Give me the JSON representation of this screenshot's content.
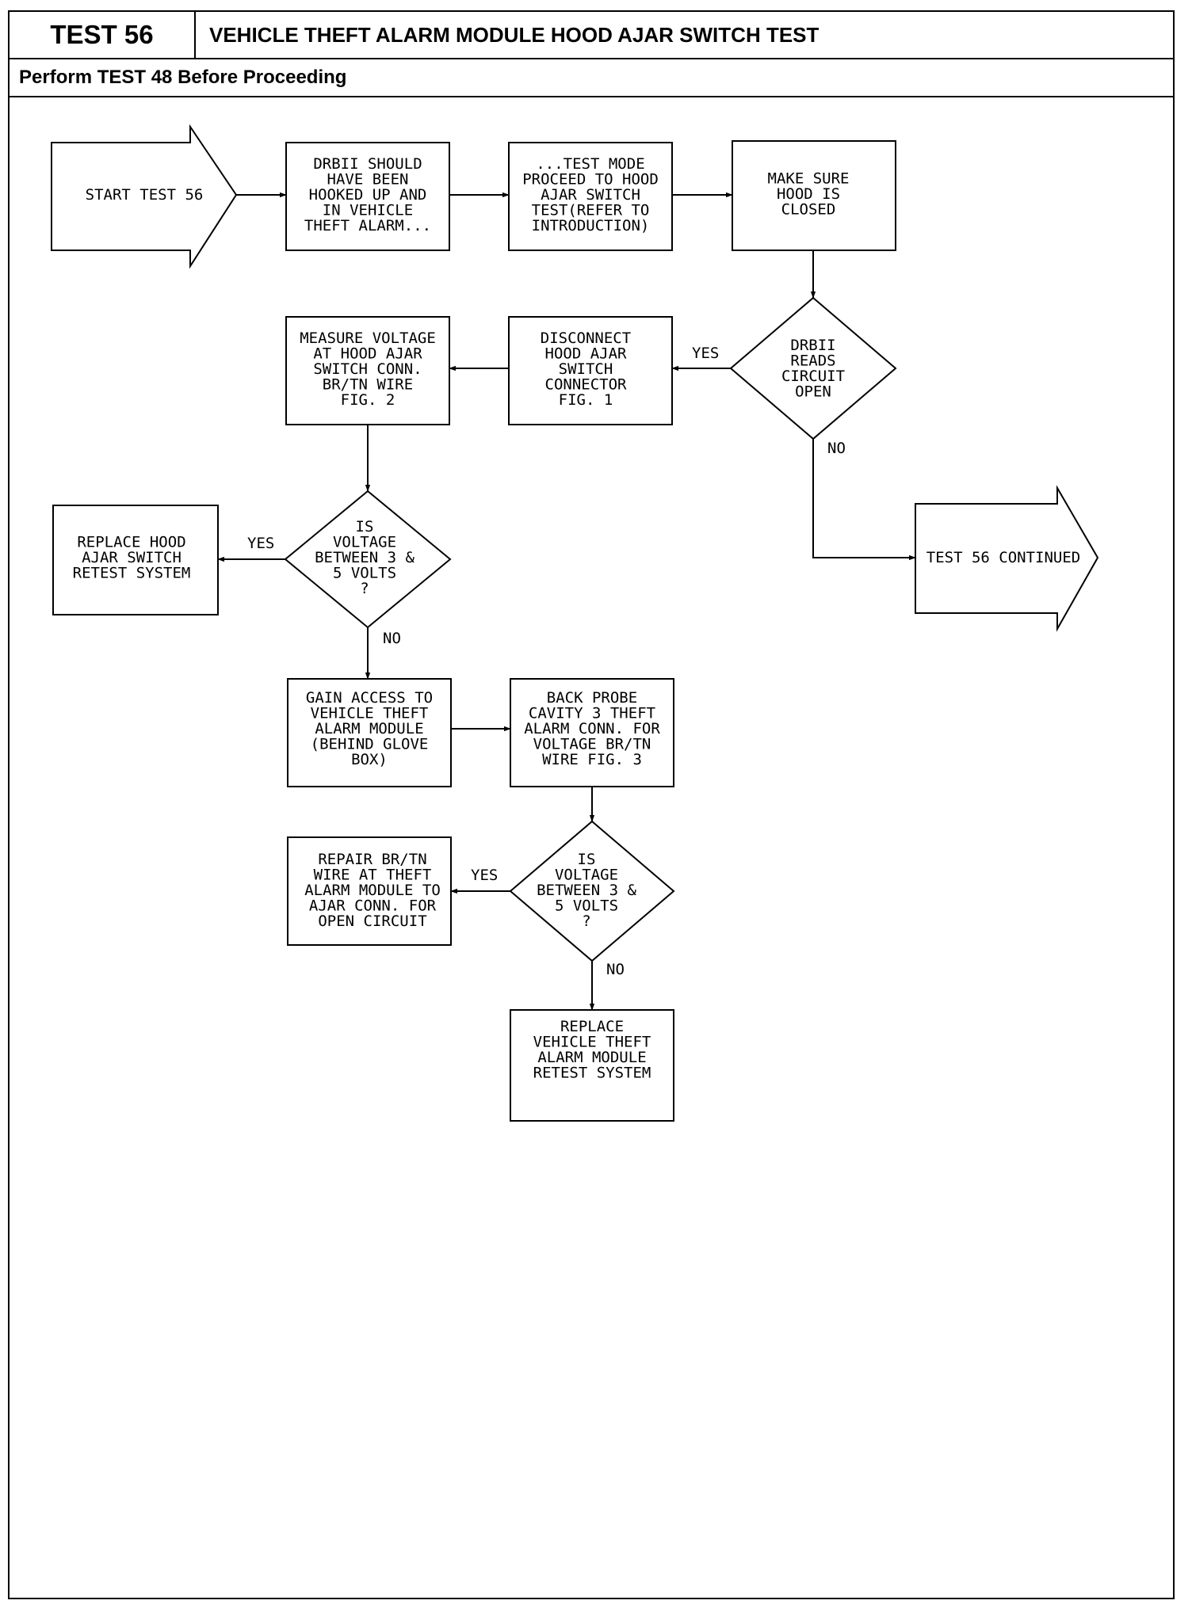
{
  "header": {
    "test_number": "TEST 56",
    "title": "VEHICLE THEFT ALARM MODULE HOOD AJAR SWITCH TEST",
    "prerequisite": "Perform TEST 48 Before Proceeding"
  },
  "flowchart": {
    "start": [
      "START TEST 56"
    ],
    "drbii_hooked": [
      "DRBII SHOULD",
      "HAVE BEEN",
      "HOOKED UP AND",
      "IN VEHICLE",
      "THEFT ALARM..."
    ],
    "test_mode": [
      "...TEST MODE",
      "PROCEED TO HOOD",
      "AJAR SWITCH",
      "TEST(REFER TO",
      "INTRODUCTION)"
    ],
    "hood_closed": [
      "MAKE SURE",
      "HOOD IS",
      "CLOSED"
    ],
    "drbii_reads": [
      "DRBII",
      "READS",
      "CIRCUIT",
      "OPEN"
    ],
    "disconnect": [
      "DISCONNECT",
      "HOOD AJAR",
      "SWITCH",
      "CONNECTOR",
      "FIG. 1"
    ],
    "measure": [
      "MEASURE VOLTAGE",
      "AT HOOD AJAR",
      "SWITCH CONN.",
      "BR/TN WIRE",
      "FIG. 2"
    ],
    "voltage_q1": [
      "IS",
      "VOLTAGE",
      "BETWEEN 3 &",
      "5 VOLTS",
      "?"
    ],
    "replace_switch": [
      "REPLACE HOOD",
      "AJAR SWITCH",
      "RETEST SYSTEM"
    ],
    "continued": [
      "TEST 56 CONTINUED"
    ],
    "gain_access": [
      "GAIN ACCESS TO",
      "VEHICLE THEFT",
      "ALARM MODULE",
      "(BEHIND GLOVE",
      "BOX)"
    ],
    "back_probe": [
      "BACK PROBE",
      "CAVITY 3 THEFT",
      "ALARM CONN. FOR",
      "VOLTAGE BR/TN",
      "WIRE FIG. 3"
    ],
    "voltage_q2": [
      "IS",
      "VOLTAGE",
      "BETWEEN 3 &",
      "5 VOLTS",
      "?"
    ],
    "repair_wire": [
      "REPAIR BR/TN",
      "WIRE AT THEFT",
      "ALARM MODULE TO",
      "AJAR CONN. FOR",
      "OPEN CIRCUIT"
    ],
    "replace_module": [
      "REPLACE",
      "VEHICLE THEFT",
      "ALARM MODULE",
      "RETEST SYSTEM"
    ],
    "labels": {
      "yes_reads": "YES",
      "no_reads": "NO",
      "yes_q1": "YES",
      "no_q1": "NO",
      "yes_q2": "YES",
      "no_q2": "NO"
    }
  }
}
